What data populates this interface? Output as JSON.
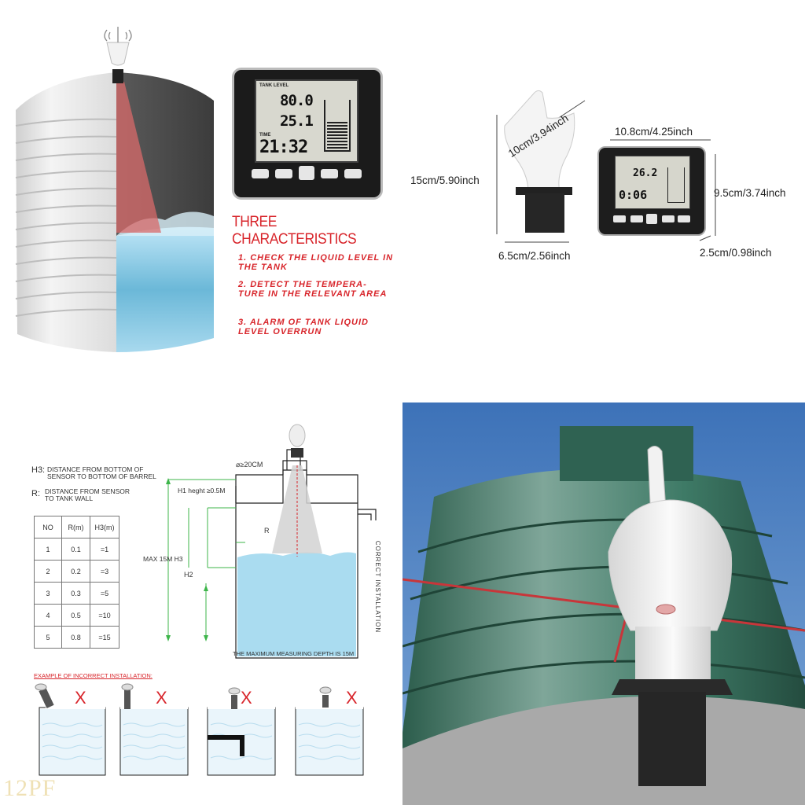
{
  "panel_features": {
    "heading": "THREE CHARACTERISTICS",
    "items": [
      "1. CHECK THE LIQUID LEVEL IN THE TANK",
      "2. DETECT THE TEMPERA- TURE IN THE RELEVANT AREA",
      "3. ALARM OF TANK LIQUID LEVEL OVERRUN"
    ],
    "display": {
      "tank_level_label": "TANK LEVEL",
      "reading_top": "80.0",
      "reading_mid": "25.1",
      "time_label": "TIME",
      "time_value": "21:32"
    }
  },
  "panel_dimensions": {
    "sensor_height": "15cm/5.90inch",
    "sensor_width": "6.5cm/2.56inch",
    "antenna_length": "10cm/3.94inch",
    "display_width": "10.8cm/4.25inch",
    "display_height": "9.5cm/3.74inch",
    "display_depth": "2.5cm/0.98inch",
    "display_small": {
      "temp": "26.2",
      "time": "0:06"
    }
  },
  "panel_installation": {
    "h3_key": "H3:",
    "h3_desc_1": "DISTANCE FROM BOTTOM OF",
    "h3_desc_2": "SENSOR TO BOTTOM OF BARREL",
    "r_key": "R:",
    "r_desc_1": "DISTANCE FROM SENSOR",
    "r_desc_2": "TO TANK WALL",
    "table": {
      "headers": [
        "NO",
        "R(m)",
        "H3(m)"
      ],
      "rows": [
        [
          "1",
          "0.1",
          "=1"
        ],
        [
          "2",
          "0.2",
          "=3"
        ],
        [
          "3",
          "0.3",
          "=5"
        ],
        [
          "4",
          "0.5",
          "=10"
        ],
        [
          "5",
          "0.8",
          "=15"
        ]
      ]
    },
    "diameter_label": "⌀≥20CM",
    "h1_label": "H1 heght ≥0.5M",
    "r_label": "R",
    "max_label": "MAX 15M H3",
    "h2_label": "H2",
    "correct_label": "CORRECT INSTALLATION",
    "depth_caption": "THE MAXIMUM MEASURING DEPTH IS 15M",
    "incorrect_title": "EXAMPLE OF INCORRECT INSTALLATION:",
    "wrong_mark": "X"
  },
  "watermark": "12PF",
  "colors": {
    "accent_red": "#d8252b",
    "green_dim": "#3db54a",
    "water": "#aadcf0",
    "tank_green": "#3e7a66"
  }
}
